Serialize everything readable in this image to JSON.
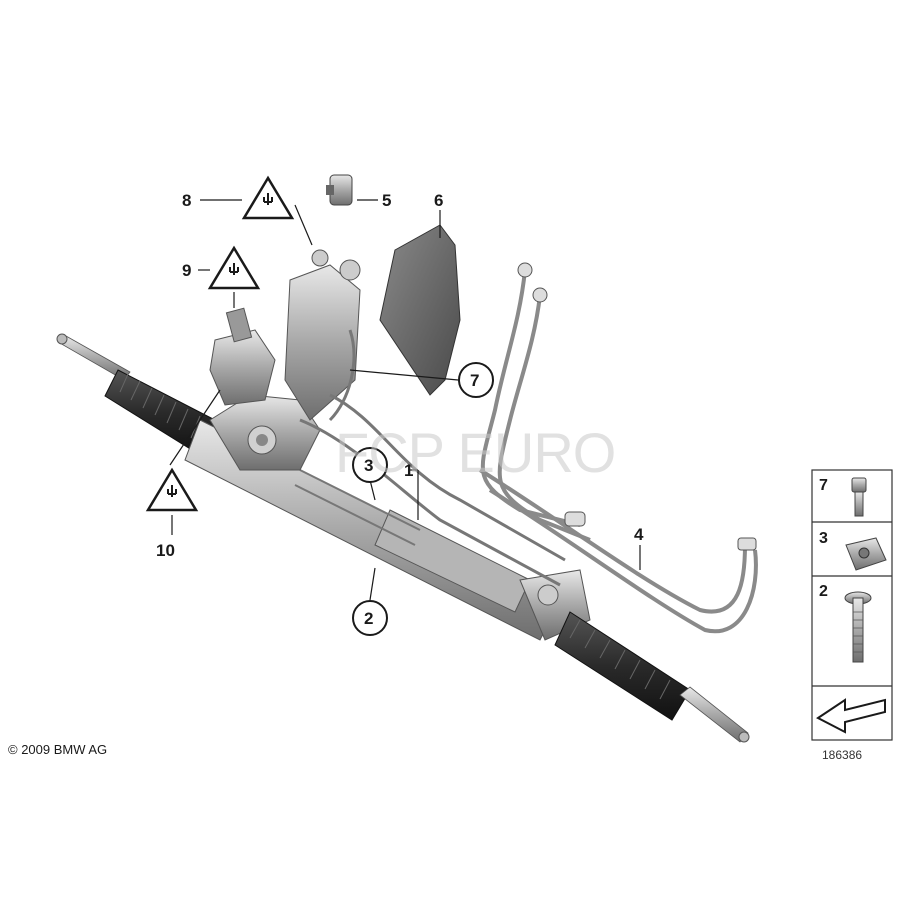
{
  "watermark": "FCP EURO",
  "callouts": {
    "c1": "1",
    "c2": "2",
    "c3": "3",
    "c4": "4",
    "c5": "5",
    "c6": "6",
    "c7": "7",
    "c8": "8",
    "c9": "9",
    "c10": "10"
  },
  "side_panel": {
    "item_7": "7",
    "item_3": "3",
    "item_2": "2"
  },
  "copyright": "© 2009 BMW AG",
  "diagram_id": "186386",
  "icons": {
    "warning": "electrical-plug-warning-icon",
    "direction": "direction-arrow-icon"
  },
  "colors": {
    "metal": "#9a9a9a",
    "boot": "#2a2a2a",
    "line": "#1a1a1a"
  }
}
